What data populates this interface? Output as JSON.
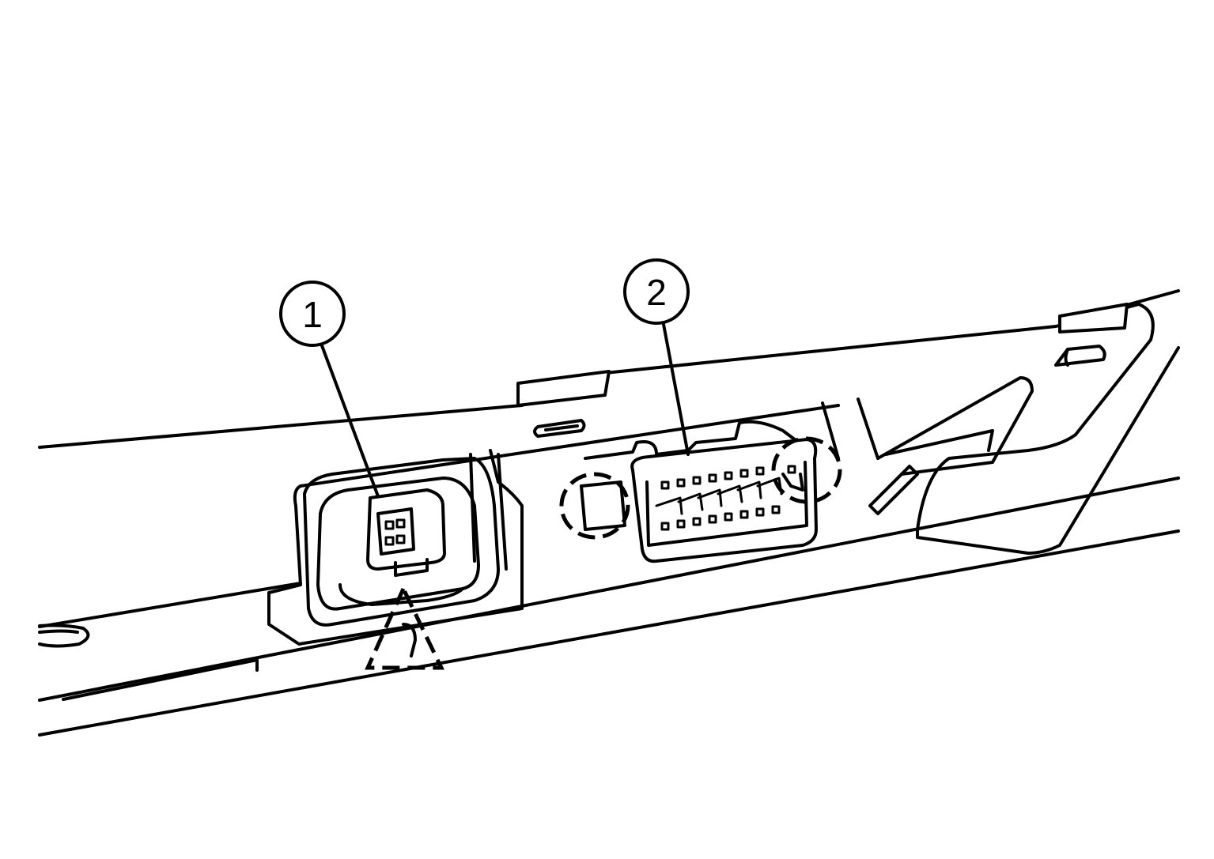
{
  "diagram": {
    "callouts": [
      {
        "id": "callout-1",
        "label": "1"
      },
      {
        "id": "callout-2",
        "label": "2"
      }
    ],
    "icons": {
      "pawl_marker": "dashed-triangle-icon",
      "connector_1": "small-connector-icon",
      "connector_2": "dlc-connector-icon"
    },
    "colors": {
      "line": "#000000",
      "background": "#ffffff"
    }
  }
}
